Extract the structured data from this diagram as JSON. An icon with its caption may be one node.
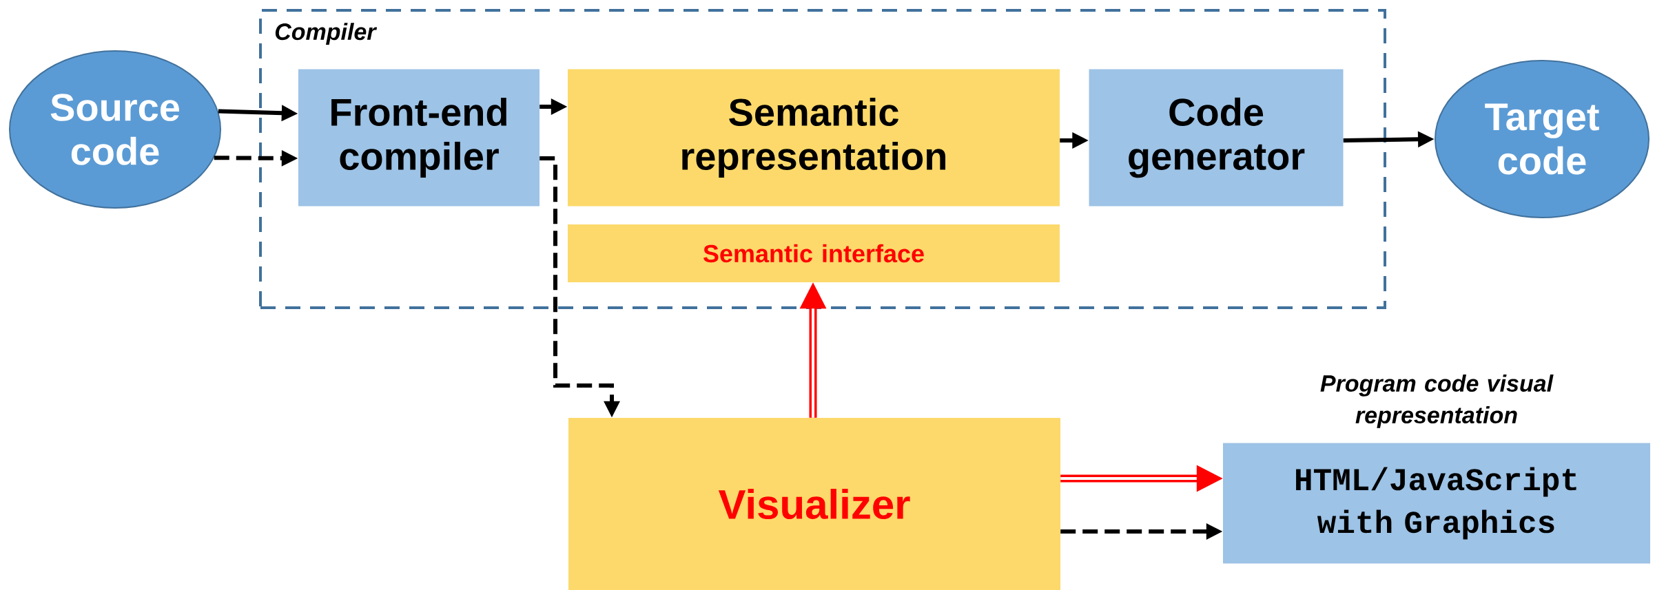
{
  "diagram": {
    "nodes": [
      {
        "text": [
          "Compiler"
        ]
      },
      {
        "text": [
          "Source code"
        ]
      },
      {
        "text": [
          "Front-end compiler"
        ],
        "in": 0
      },
      {
        "text": [
          "Semantic representation"
        ],
        "in": 0
      },
      {
        "text": [
          "Code generator"
        ],
        "in": 0
      },
      {
        "text": [
          "Semantic interface"
        ],
        "in": 0
      },
      {
        "text": [
          "Target code"
        ]
      },
      {
        "text": [
          "Visualizer"
        ]
      },
      {
        "text": [
          "HTML/JavaScript with Graphics"
        ],
        "beside": [
          "Program code visual representation"
        ]
      }
    ],
    "edges": [
      {
        "from": 1,
        "to": 2,
        "arrow": "to"
      },
      {
        "from": 1,
        "to": 2,
        "arrow": "to",
        "style": "dashed"
      },
      {
        "from": 2,
        "to": 3,
        "arrow": "to"
      },
      {
        "from": 3,
        "to": 4,
        "arrow": "to"
      },
      {
        "from": 4,
        "to": 6,
        "arrow": "to"
      },
      {
        "from": 2,
        "to": 7,
        "arrow": "to",
        "style": "dashed"
      },
      {
        "from": 7,
        "to": 5,
        "arrow": "to",
        "style": "thick",
        "color": "#ff0000"
      },
      {
        "from": 7,
        "to": 8,
        "arrow": "to",
        "style": "thick",
        "color": "#ff0000"
      },
      {
        "from": 7,
        "to": 8,
        "arrow": "to",
        "style": "dashed"
      }
    ]
  }
}
